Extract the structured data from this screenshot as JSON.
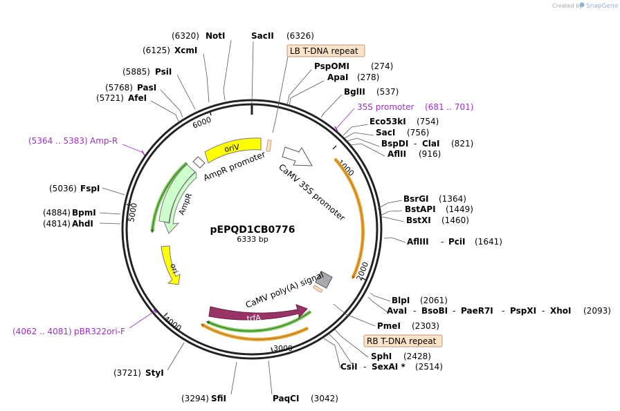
{
  "credit": {
    "prefix": "Created by",
    "brand": "SnapGene"
  },
  "plasmid": {
    "name": "pEPQD1CB0776",
    "size": "6333 bp"
  },
  "ring_ticks": [
    "1000",
    "2000",
    "3000",
    "4000",
    "5000",
    "6000"
  ],
  "sites": {
    "notI": {
      "pos": "(6320)",
      "name": "NotI"
    },
    "sacII": {
      "pos": "(6326)",
      "name": "SacII"
    },
    "xcmI": {
      "pos": "(6125)",
      "name": "XcmI"
    },
    "psiI": {
      "pos": "(5885)",
      "name": "PsiI"
    },
    "pasI": {
      "pos": "(5768)",
      "name": "PasI"
    },
    "afeI": {
      "pos": "(5721)",
      "name": "AfeI"
    },
    "pspOMI": {
      "pos": "(274)",
      "name": "PspOMI"
    },
    "apaI": {
      "pos": "(278)",
      "name": "ApaI"
    },
    "bglII": {
      "pos": "(537)",
      "name": "BglII"
    },
    "eco53kI": {
      "pos": "(754)",
      "name": "Eco53kI"
    },
    "sacI": {
      "pos": "(756)",
      "name": "SacI"
    },
    "bspDI": {
      "name": "BspDI",
      "sep": "-",
      "name2": "ClaI",
      "pos": "(821)"
    },
    "aflII": {
      "pos": "(916)",
      "name": "AflII"
    },
    "bsrGI": {
      "pos": "(1364)",
      "name": "BsrGI"
    },
    "bstAPI": {
      "pos": "(1449)",
      "name": "BstAPI"
    },
    "bstXI": {
      "pos": "(1460)",
      "name": "BstXI"
    },
    "aflIII": {
      "name": "AflIII",
      "sep": "-",
      "name2": "PciI",
      "pos": "(1641)"
    },
    "blpI": {
      "pos": "(2061)",
      "name": "BlpI"
    },
    "avaI": {
      "n1": "AvaI",
      "n2": "BsoBI",
      "n3": "PaeR7I",
      "n4": "PspXI",
      "n5": "XhoI",
      "sep": "-",
      "pos": "(2093)"
    },
    "pmeI": {
      "pos": "(2303)",
      "name": "PmeI"
    },
    "sphI": {
      "pos": "(2428)",
      "name": "SphI"
    },
    "csiI": {
      "name": "CsiI",
      "sep": "-",
      "name2": "SexAI *",
      "pos": "(2514)"
    },
    "paqCI": {
      "pos": "(3042)",
      "name": "PaqCI"
    },
    "sfiI": {
      "pos": "(3294)",
      "name": "SfiI"
    },
    "styI": {
      "pos": "(3721)",
      "name": "StyI"
    },
    "ahdI": {
      "pos": "(4814)",
      "name": "AhdI"
    },
    "bpmI": {
      "pos": "(4884)",
      "name": "BpmI"
    },
    "fspI": {
      "pos": "(5036)",
      "name": "FspI"
    }
  },
  "primers": {
    "ampR": {
      "range": "(5364 .. 5383)",
      "name": "Amp-R"
    },
    "promoter35S": {
      "name": "35S promoter",
      "range": "(681 .. 701)"
    },
    "pbr322": {
      "range": "(4062 .. 4081)",
      "name": "pBR322ori-F"
    }
  },
  "boxed": {
    "lb": "LB T-DNA repeat",
    "rb": "RB T-DNA repeat"
  },
  "features": {
    "oriV": "oriV",
    "ampRPromoter": "AmpR promoter",
    "camv35S": "CaMV 35S promoter",
    "ampR": "AmpR",
    "ori": "ori",
    "polyA": "CaMV poly(A) signal",
    "trfA": "trfA"
  },
  "colors": {
    "backbone": "#222222",
    "oriV": "#ffff00",
    "ampR": "#ccffcc",
    "ori": "#ffff00",
    "trfA": "#993366",
    "primer": "#9b30c8",
    "orf": "#e8a838",
    "orf_green": "#4a9a2a",
    "boxed": "#fde3c8"
  }
}
